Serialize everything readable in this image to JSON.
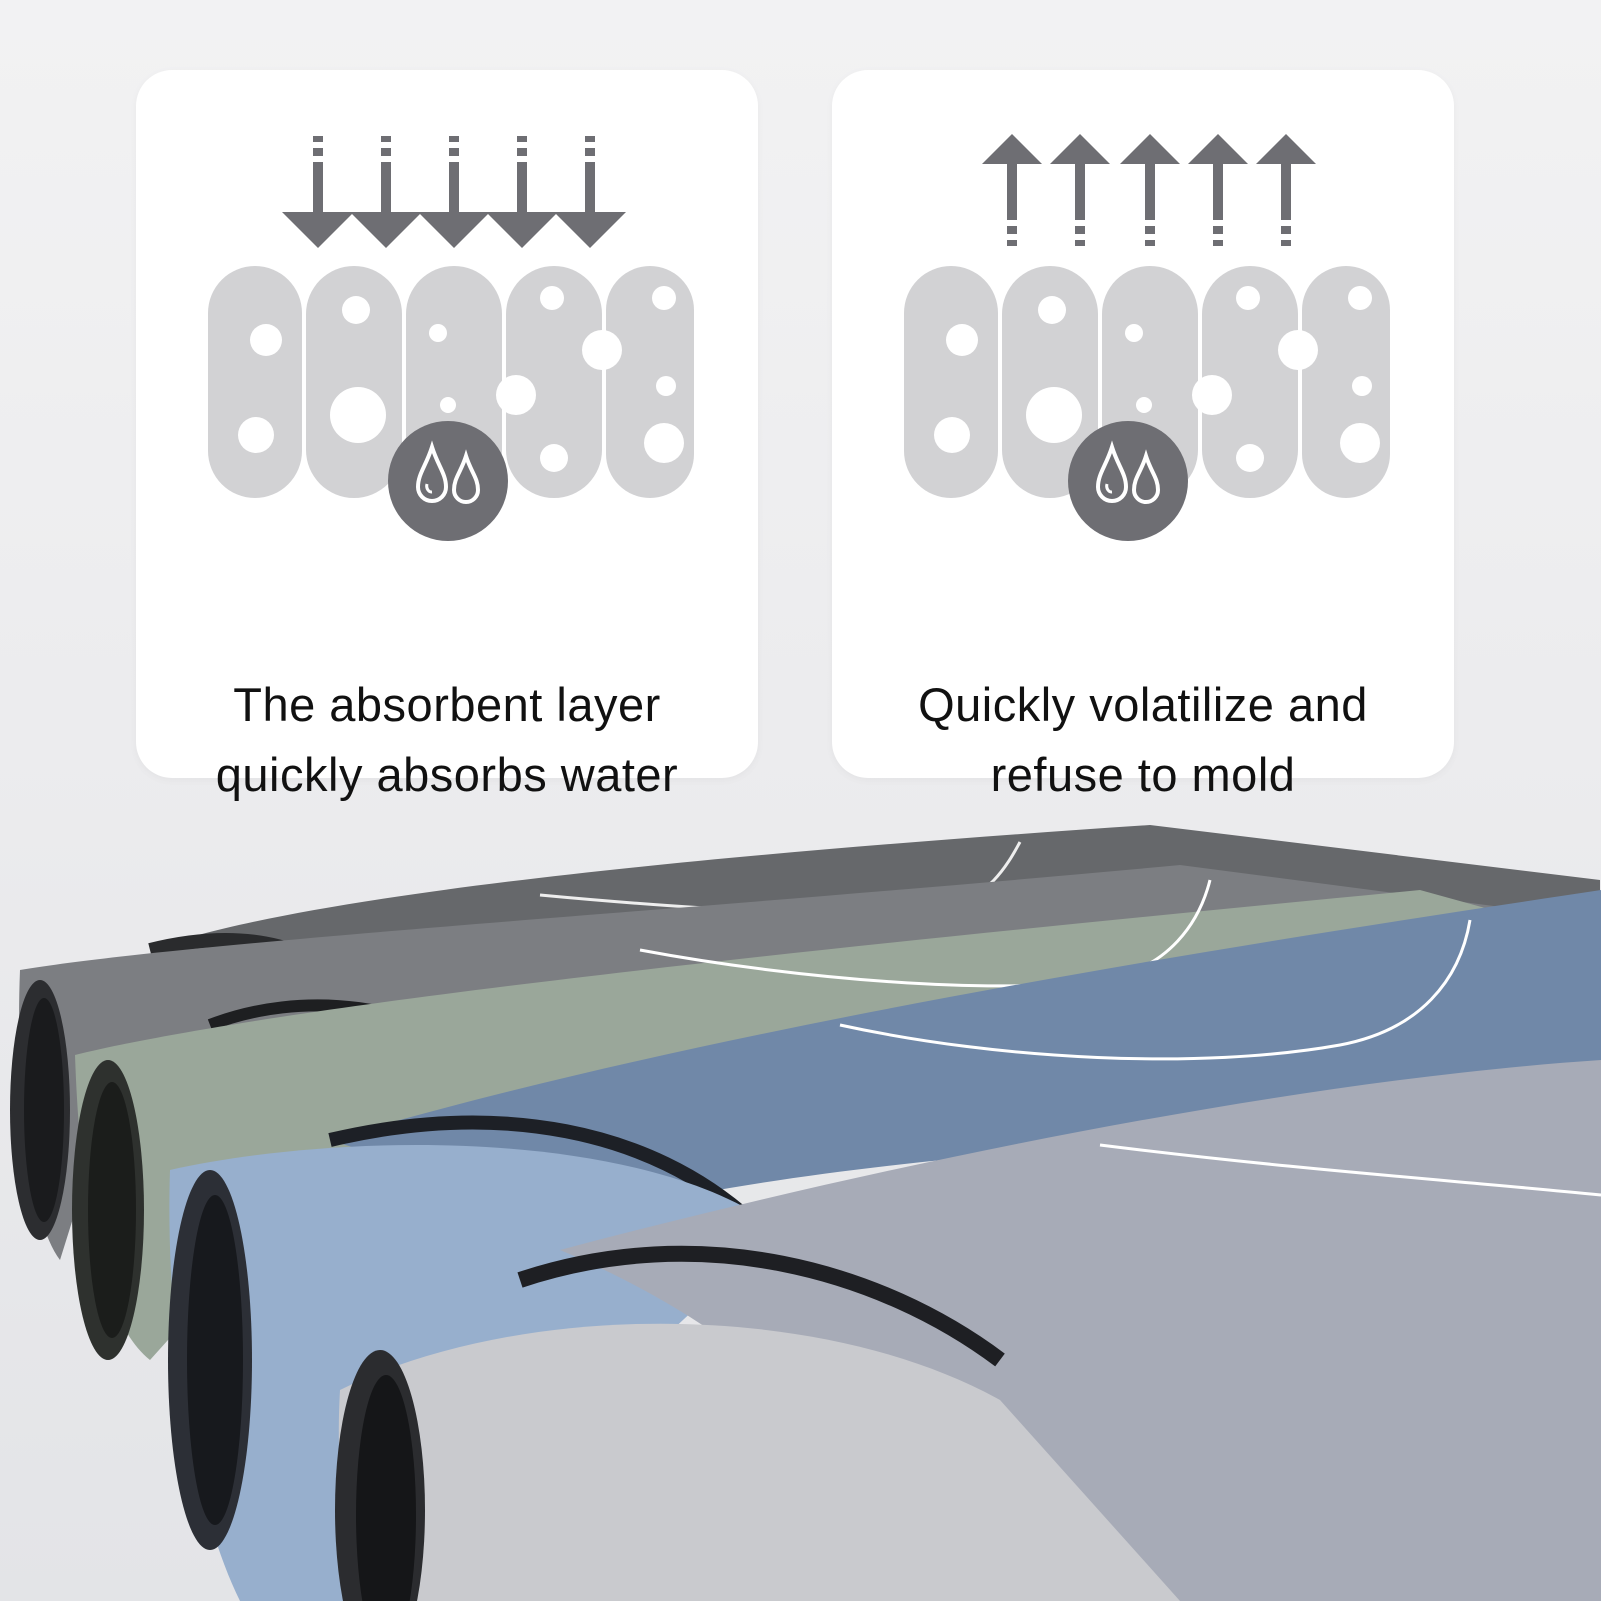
{
  "panels": [
    {
      "caption_line1": "The absorbent layer",
      "caption_line2": "quickly absorbs water",
      "arrow_direction": "down",
      "icon": "water-drops-icon"
    },
    {
      "caption_line1": "Quickly volatilize and",
      "caption_line2": "refuse to mold",
      "arrow_direction": "up",
      "icon": "water-drops-icon"
    }
  ],
  "colors": {
    "arrow": "#6e6e73",
    "layer": "#d2d2d4",
    "icon_circle": "#6e6e73",
    "roll_dark": "#66686b",
    "roll_green": "#9aa79a",
    "roll_blue": "#7088a8",
    "roll_lightblue": "#97afcd",
    "roll_grey": "#a7abb7",
    "roll_light": "#c9cace"
  }
}
